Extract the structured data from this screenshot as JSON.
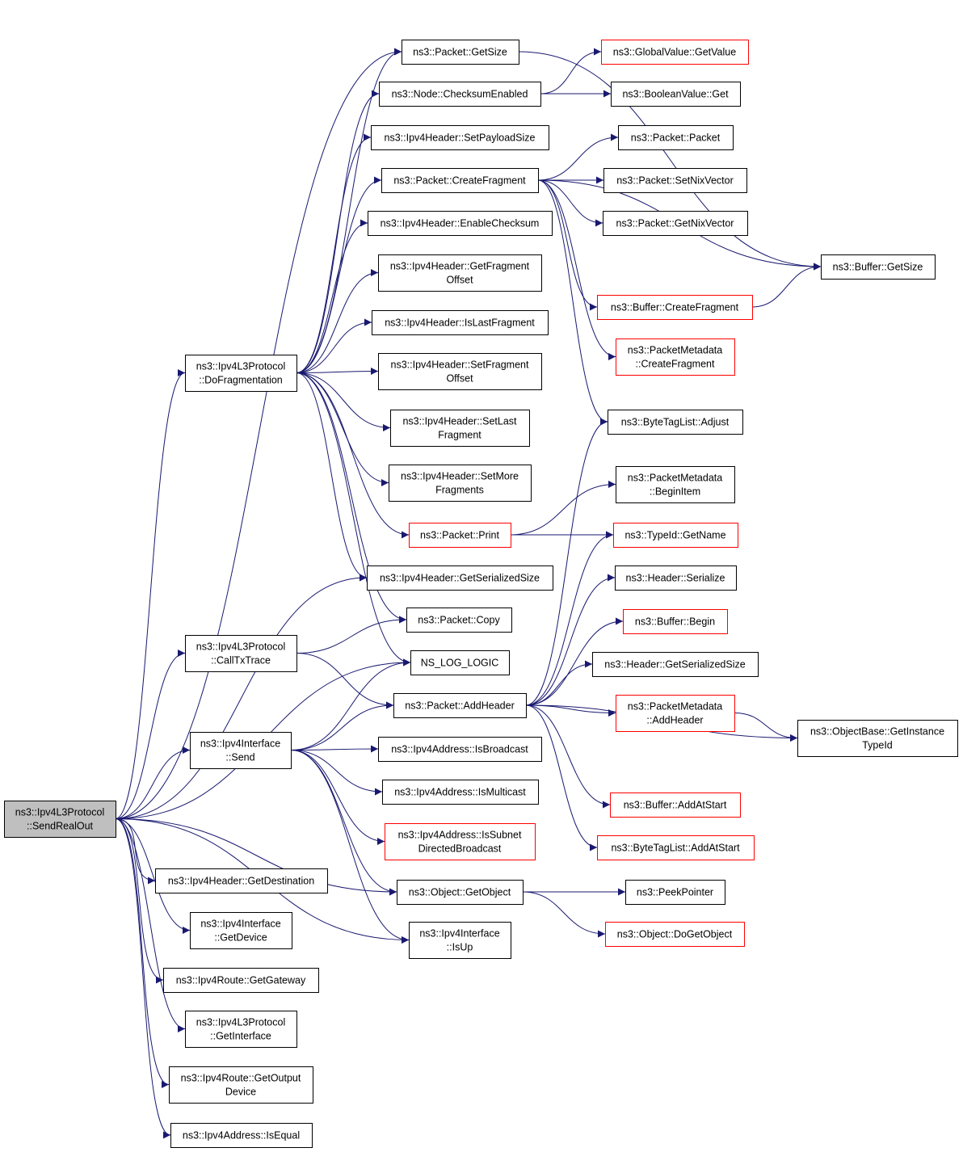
{
  "nodes": [
    {
      "id": "send_real_out",
      "lines": [
        "ns3::Ipv4L3Protocol",
        "::SendRealOut"
      ],
      "root": true
    },
    {
      "id": "do_fragmentation",
      "lines": [
        "ns3::Ipv4L3Protocol",
        "::DoFragmentation"
      ]
    },
    {
      "id": "call_tx_trace",
      "lines": [
        "ns3::Ipv4L3Protocol",
        "::CallTxTrace"
      ]
    },
    {
      "id": "ipv4if_send",
      "lines": [
        "ns3::Ipv4Interface",
        "::Send"
      ]
    },
    {
      "id": "hdr_get_destination",
      "lines": [
        "ns3::Ipv4Header::GetDestination"
      ]
    },
    {
      "id": "ipv4if_get_device",
      "lines": [
        "ns3::Ipv4Interface",
        "::GetDevice"
      ]
    },
    {
      "id": "route_get_gateway",
      "lines": [
        "ns3::Ipv4Route::GetGateway"
      ]
    },
    {
      "id": "l3_get_interface",
      "lines": [
        "ns3::Ipv4L3Protocol",
        "::GetInterface"
      ]
    },
    {
      "id": "route_get_output_device",
      "lines": [
        "ns3::Ipv4Route::GetOutput",
        "Device"
      ]
    },
    {
      "id": "addr_is_equal",
      "lines": [
        "ns3::Ipv4Address::IsEqual"
      ]
    },
    {
      "id": "packet_get_size",
      "lines": [
        "ns3::Packet::GetSize"
      ]
    },
    {
      "id": "node_checksum_enabled",
      "lines": [
        "ns3::Node::ChecksumEnabled"
      ]
    },
    {
      "id": "hdr_set_payload_size",
      "lines": [
        "ns3::Ipv4Header::SetPayloadSize"
      ]
    },
    {
      "id": "packet_create_fragment",
      "lines": [
        "ns3::Packet::CreateFragment"
      ]
    },
    {
      "id": "hdr_enable_checksum",
      "lines": [
        "ns3::Ipv4Header::EnableChecksum"
      ]
    },
    {
      "id": "hdr_get_fragment_offset",
      "lines": [
        "ns3::Ipv4Header::GetFragment",
        "Offset"
      ]
    },
    {
      "id": "hdr_is_last_fragment",
      "lines": [
        "ns3::Ipv4Header::IsLastFragment"
      ]
    },
    {
      "id": "hdr_set_fragment_offset",
      "lines": [
        "ns3::Ipv4Header::SetFragment",
        "Offset"
      ]
    },
    {
      "id": "hdr_set_last_fragment",
      "lines": [
        "ns3::Ipv4Header::SetLast",
        "Fragment"
      ]
    },
    {
      "id": "hdr_set_more_fragments",
      "lines": [
        "ns3::Ipv4Header::SetMore",
        "Fragments"
      ]
    },
    {
      "id": "packet_print",
      "lines": [
        "ns3::Packet::Print"
      ],
      "red": true
    },
    {
      "id": "hdr_get_serialized_size",
      "lines": [
        "ns3::Ipv4Header::GetSerializedSize"
      ]
    },
    {
      "id": "packet_copy",
      "lines": [
        "ns3::Packet::Copy"
      ]
    },
    {
      "id": "ns_log_logic",
      "lines": [
        "NS_LOG_LOGIC"
      ]
    },
    {
      "id": "packet_add_header",
      "lines": [
        "ns3::Packet::AddHeader"
      ]
    },
    {
      "id": "addr_is_broadcast",
      "lines": [
        "ns3::Ipv4Address::IsBroadcast"
      ]
    },
    {
      "id": "addr_is_multicast",
      "lines": [
        "ns3::Ipv4Address::IsMulticast"
      ]
    },
    {
      "id": "addr_is_subnet_directed_broadcast",
      "lines": [
        "ns3::Ipv4Address::IsSubnet",
        "DirectedBroadcast"
      ],
      "red": true
    },
    {
      "id": "object_get_object",
      "lines": [
        "ns3::Object::GetObject"
      ]
    },
    {
      "id": "ipv4if_is_up",
      "lines": [
        "ns3::Ipv4Interface",
        "::IsUp"
      ]
    },
    {
      "id": "global_value_get_value",
      "lines": [
        "ns3::GlobalValue::GetValue"
      ],
      "red": true
    },
    {
      "id": "boolean_value_get",
      "lines": [
        "ns3::BooleanValue::Get"
      ]
    },
    {
      "id": "packet_packet",
      "lines": [
        "ns3::Packet::Packet"
      ]
    },
    {
      "id": "packet_set_nix_vector",
      "lines": [
        "ns3::Packet::SetNixVector"
      ]
    },
    {
      "id": "packet_get_nix_vector",
      "lines": [
        "ns3::Packet::GetNixVector"
      ]
    },
    {
      "id": "buffer_get_size",
      "lines": [
        "ns3::Buffer::GetSize"
      ]
    },
    {
      "id": "buffer_create_fragment",
      "lines": [
        "ns3::Buffer::CreateFragment"
      ],
      "red": true
    },
    {
      "id": "pm_create_fragment",
      "lines": [
        "ns3::PacketMetadata",
        "::CreateFragment"
      ],
      "red": true
    },
    {
      "id": "btl_adjust",
      "lines": [
        "ns3::ByteTagList::Adjust"
      ]
    },
    {
      "id": "pm_begin_item",
      "lines": [
        "ns3::PacketMetadata",
        "::BeginItem"
      ]
    },
    {
      "id": "typeid_get_name",
      "lines": [
        "ns3::TypeId::GetName"
      ],
      "red": true
    },
    {
      "id": "header_serialize",
      "lines": [
        "ns3::Header::Serialize"
      ]
    },
    {
      "id": "buffer_begin",
      "lines": [
        "ns3::Buffer::Begin"
      ],
      "red": true
    },
    {
      "id": "header_get_serialized_size",
      "lines": [
        "ns3::Header::GetSerializedSize"
      ]
    },
    {
      "id": "pm_add_header",
      "lines": [
        "ns3::PacketMetadata",
        "::AddHeader"
      ],
      "red": true
    },
    {
      "id": "objectbase_get_instance_typeid",
      "lines": [
        "ns3::ObjectBase::GetInstance",
        "TypeId"
      ]
    },
    {
      "id": "buffer_add_at_start",
      "lines": [
        "ns3::Buffer::AddAtStart"
      ],
      "red": true
    },
    {
      "id": "btl_add_at_start",
      "lines": [
        "ns3::ByteTagList::AddAtStart"
      ],
      "red": true
    },
    {
      "id": "peek_pointer",
      "lines": [
        "ns3::PeekPointer"
      ]
    },
    {
      "id": "object_do_get_object",
      "lines": [
        "ns3::Object::DoGetObject"
      ],
      "red": true
    }
  ],
  "edges": [
    [
      "send_real_out",
      "do_fragmentation"
    ],
    [
      "send_real_out",
      "call_tx_trace"
    ],
    [
      "send_real_out",
      "ipv4if_send"
    ],
    [
      "send_real_out",
      "hdr_get_destination"
    ],
    [
      "send_real_out",
      "ipv4if_get_device"
    ],
    [
      "send_real_out",
      "route_get_gateway"
    ],
    [
      "send_real_out",
      "l3_get_interface"
    ],
    [
      "send_real_out",
      "route_get_output_device"
    ],
    [
      "send_real_out",
      "addr_is_equal"
    ],
    [
      "send_real_out",
      "packet_get_size"
    ],
    [
      "send_real_out",
      "hdr_get_serialized_size"
    ],
    [
      "send_real_out",
      "ns_log_logic"
    ],
    [
      "send_real_out",
      "object_get_object"
    ],
    [
      "send_real_out",
      "ipv4if_is_up"
    ],
    [
      "do_fragmentation",
      "packet_get_size"
    ],
    [
      "do_fragmentation",
      "node_checksum_enabled"
    ],
    [
      "do_fragmentation",
      "hdr_set_payload_size"
    ],
    [
      "do_fragmentation",
      "packet_create_fragment"
    ],
    [
      "do_fragmentation",
      "hdr_enable_checksum"
    ],
    [
      "do_fragmentation",
      "hdr_get_fragment_offset"
    ],
    [
      "do_fragmentation",
      "hdr_is_last_fragment"
    ],
    [
      "do_fragmentation",
      "hdr_set_fragment_offset"
    ],
    [
      "do_fragmentation",
      "hdr_set_last_fragment"
    ],
    [
      "do_fragmentation",
      "hdr_set_more_fragments"
    ],
    [
      "do_fragmentation",
      "packet_print"
    ],
    [
      "do_fragmentation",
      "hdr_get_serialized_size"
    ],
    [
      "do_fragmentation",
      "packet_copy"
    ],
    [
      "do_fragmentation",
      "ns_log_logic"
    ],
    [
      "call_tx_trace",
      "packet_copy"
    ],
    [
      "call_tx_trace",
      "packet_add_header"
    ],
    [
      "ipv4if_send",
      "ns_log_logic"
    ],
    [
      "ipv4if_send",
      "packet_add_header"
    ],
    [
      "ipv4if_send",
      "addr_is_broadcast"
    ],
    [
      "ipv4if_send",
      "addr_is_multicast"
    ],
    [
      "ipv4if_send",
      "addr_is_subnet_directed_broadcast"
    ],
    [
      "ipv4if_send",
      "object_get_object"
    ],
    [
      "ipv4if_send",
      "ipv4if_is_up"
    ],
    [
      "node_checksum_enabled",
      "global_value_get_value"
    ],
    [
      "node_checksum_enabled",
      "boolean_value_get"
    ],
    [
      "packet_create_fragment",
      "packet_packet"
    ],
    [
      "packet_create_fragment",
      "packet_set_nix_vector"
    ],
    [
      "packet_create_fragment",
      "packet_get_nix_vector"
    ],
    [
      "packet_create_fragment",
      "buffer_get_size"
    ],
    [
      "packet_create_fragment",
      "buffer_create_fragment"
    ],
    [
      "packet_create_fragment",
      "pm_create_fragment"
    ],
    [
      "packet_create_fragment",
      "btl_adjust"
    ],
    [
      "packet_get_size",
      "buffer_get_size"
    ],
    [
      "buffer_create_fragment",
      "buffer_get_size"
    ],
    [
      "packet_print",
      "pm_begin_item"
    ],
    [
      "packet_print",
      "typeid_get_name"
    ],
    [
      "packet_add_header",
      "btl_adjust"
    ],
    [
      "packet_add_header",
      "typeid_get_name"
    ],
    [
      "packet_add_header",
      "header_serialize"
    ],
    [
      "packet_add_header",
      "buffer_begin"
    ],
    [
      "packet_add_header",
      "header_get_serialized_size"
    ],
    [
      "packet_add_header",
      "pm_add_header"
    ],
    [
      "packet_add_header",
      "objectbase_get_instance_typeid"
    ],
    [
      "packet_add_header",
      "buffer_add_at_start"
    ],
    [
      "packet_add_header",
      "btl_add_at_start"
    ],
    [
      "pm_add_header",
      "objectbase_get_instance_typeid"
    ],
    [
      "object_get_object",
      "peek_pointer"
    ],
    [
      "object_get_object",
      "object_do_get_object"
    ]
  ],
  "colors": {
    "edge": "#191970",
    "node_border": "#000000",
    "highlight_border": "#ff0000",
    "root_fill": "#bfbfbf"
  }
}
